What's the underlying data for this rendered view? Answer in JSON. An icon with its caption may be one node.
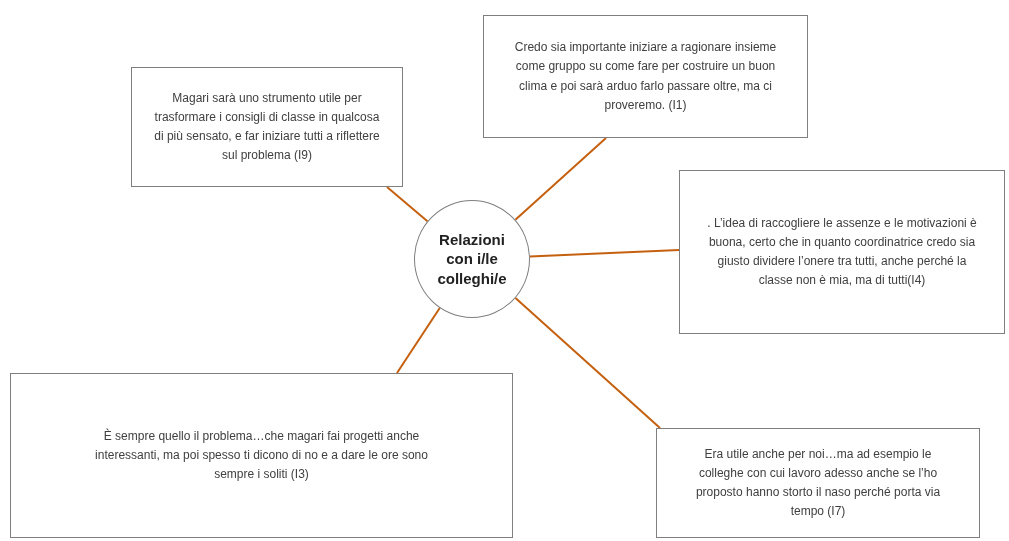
{
  "diagram": {
    "nodes": [
      {
        "text": [
          "Relazioni con i/le colleghi/e"
        ]
      },
      {
        "text": [
          "Credo sia importante iniziare a ragionare insieme come gruppo su come fare per costruire un buon clima e poi sarà arduo farlo passare oltre, ma ci proveremo. (I1)"
        ]
      },
      {
        "text": [
          "Magari sarà uno strumento utile per trasformare i consigli di classe in qualcosa di più sensato, e far iniziare tutti a riflettere sul problema (I9)"
        ]
      },
      {
        "text": [
          ". L’idea di raccogliere le assenze e le motivazioni è buona, certo che in quanto coordinatrice credo sia giusto dividere l’onere tra tutti, anche perché la classe non è mia, ma di tutti(I4)"
        ]
      },
      {
        "text": [
          "È sempre quello il problema…che magari fai progetti anche interessanti, ma poi spesso ti dicono di no e a dare le ore sono sempre i soliti (I3)"
        ]
      },
      {
        "text": [
          "Era utile anche per noi…ma ad esempio le colleghe con cui lavoro adesso anche se l’ho proposto hanno storto il naso perché porta via tempo (I7)"
        ]
      }
    ],
    "edges": [
      {
        "from": 0,
        "to": 1,
        "arrow": "none"
      },
      {
        "from": 0,
        "to": 2,
        "arrow": "none"
      },
      {
        "from": 0,
        "to": 3,
        "arrow": "none"
      },
      {
        "from": 0,
        "to": 4,
        "arrow": "none"
      },
      {
        "from": 0,
        "to": 5,
        "arrow": "none"
      }
    ]
  }
}
